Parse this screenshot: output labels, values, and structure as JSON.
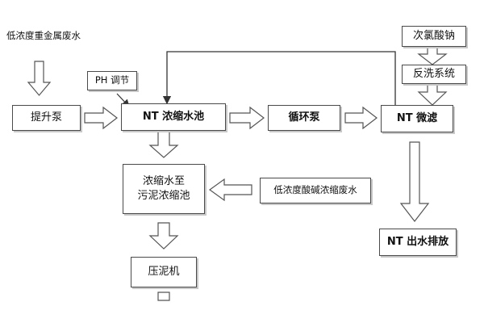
{
  "nodes": {
    "low_metal_wastewater": "低浓度重金属废水",
    "ph_adjust": "PH 调节",
    "lift_pump": "提升泵",
    "nt_tank": "NT 浓缩水池",
    "circ_pump": "循环泵",
    "nt_filter": "NT 微滤",
    "naclo": "次氯酸钠",
    "backwash": "反洗系统",
    "sludge_tank_line1": "浓缩水至",
    "sludge_tank_line2": "污泥浓缩池",
    "acid_alkali": "低浓度酸碱浓缩废水",
    "nt_discharge": "NT 出水排放",
    "filter_press": "压泥机"
  },
  "colors": {
    "border": "#4a4a4a",
    "arrow": "#555555",
    "line": "#333333"
  }
}
